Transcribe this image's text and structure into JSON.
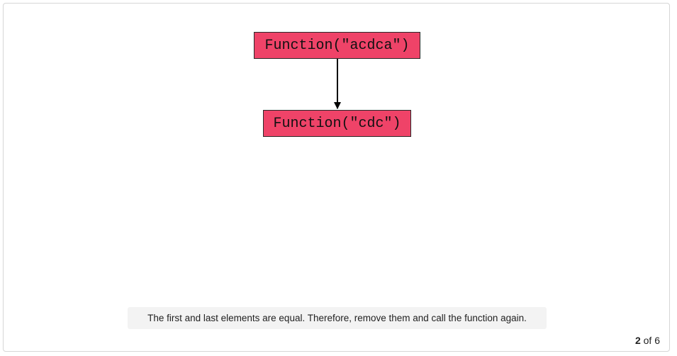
{
  "diagram": {
    "nodes": [
      {
        "id": "n1",
        "label": "Function(\"acdca\")"
      },
      {
        "id": "n2",
        "label": "Function(\"cdc\")"
      }
    ],
    "edges": [
      {
        "from": "n1",
        "to": "n2"
      }
    ],
    "node_color": "#ef4368"
  },
  "caption": "The first and last elements are equal. Therefore, remove them and call the function again.",
  "pager": {
    "current": "2",
    "separator": "of",
    "total": "6"
  }
}
